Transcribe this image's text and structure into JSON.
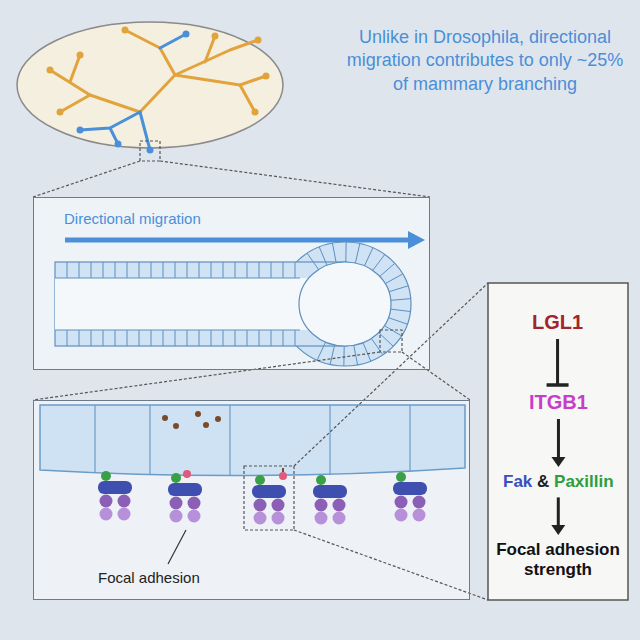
{
  "diagram": {
    "title": "Unlike in Drosophila, directional migration contributes to only ~25% of mammary branching",
    "nodes": [
      {
        "text": [
          "Directional migration"
        ]
      },
      {
        "text": [
          "Focal adhesion"
        ]
      },
      {
        "text": [
          "LGL1"
        ]
      },
      {
        "text": [
          "ITGB1"
        ]
      },
      {
        "text": [
          "Fak",
          "&",
          "Paxillin"
        ]
      },
      {
        "text": [
          "Focal adhesion strength"
        ]
      }
    ],
    "edges": [
      {
        "from": 2,
        "to": 3,
        "arrow": "to"
      },
      {
        "from": 3,
        "to": 4,
        "arrow": "to"
      },
      {
        "from": 4,
        "to": 5,
        "arrow": "to"
      }
    ]
  }
}
